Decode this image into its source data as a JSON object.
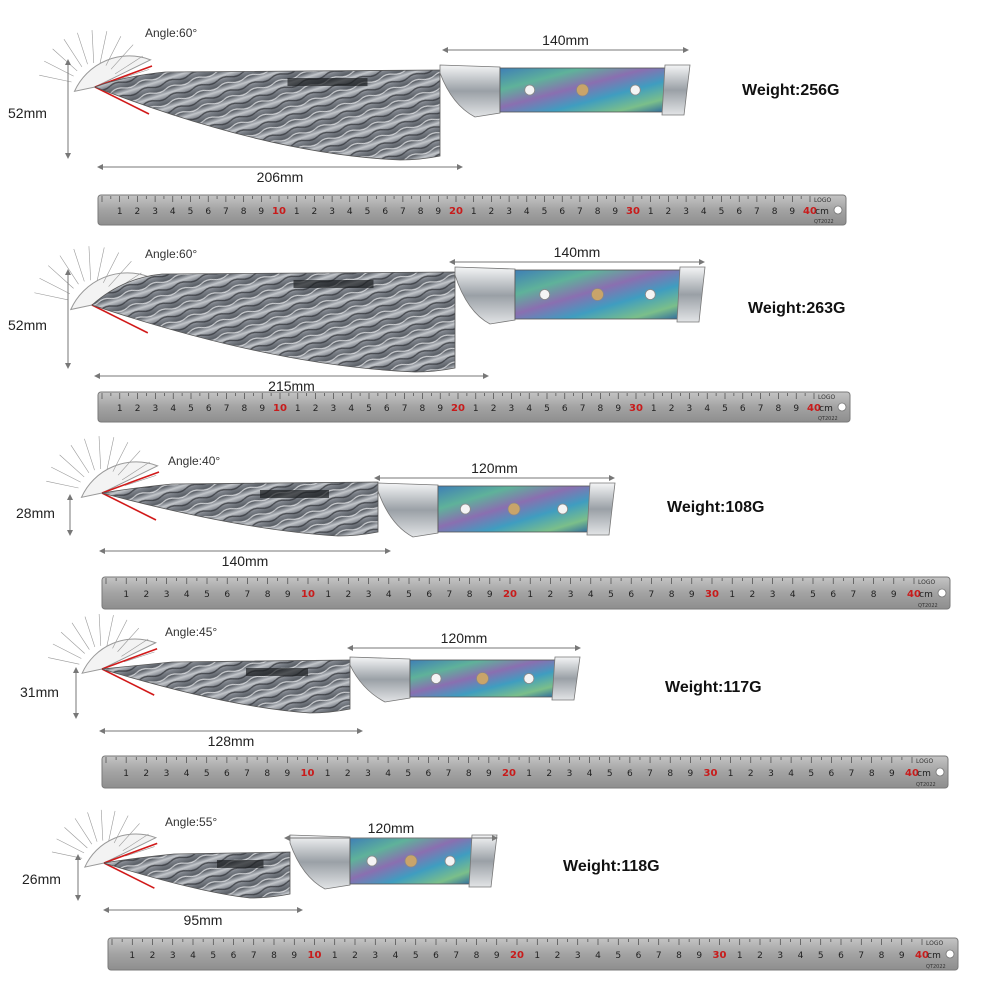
{
  "knives": [
    {
      "angle_label": "Angle:60°",
      "height_label": "52mm",
      "blade_label": "206mm",
      "handle_label": "140mm",
      "weight_label": "Weight:256G"
    },
    {
      "angle_label": "Angle:60°",
      "height_label": "52mm",
      "blade_label": "215mm",
      "handle_label": "140mm",
      "weight_label": "Weight:263G"
    },
    {
      "angle_label": "Angle:40°",
      "height_label": "28mm",
      "blade_label": "140mm",
      "handle_label": "120mm",
      "weight_label": "Weight:108G"
    },
    {
      "angle_label": "Angle:45°",
      "height_label": "31mm",
      "blade_label": "128mm",
      "handle_label": "120mm",
      "weight_label": "Weight:117G"
    },
    {
      "angle_label": "Angle:55°",
      "height_label": "26mm",
      "blade_label": "95mm",
      "handle_label": "120mm",
      "weight_label": "Weight:118G"
    }
  ],
  "ruler": {
    "digits": [
      "1",
      "2",
      "3",
      "4",
      "5",
      "6",
      "7",
      "8",
      "9"
    ],
    "decades": [
      "10",
      "20",
      "30",
      "40"
    ],
    "unit": "cm",
    "logo": "LOGO",
    "model": "QT2022"
  },
  "colors": {
    "accent": "#d11a1a",
    "ruler": "#a9a9a9",
    "steel": "#8a8f95",
    "handle_blue": "#4a7fb0",
    "handle_green": "#4fa88a"
  }
}
